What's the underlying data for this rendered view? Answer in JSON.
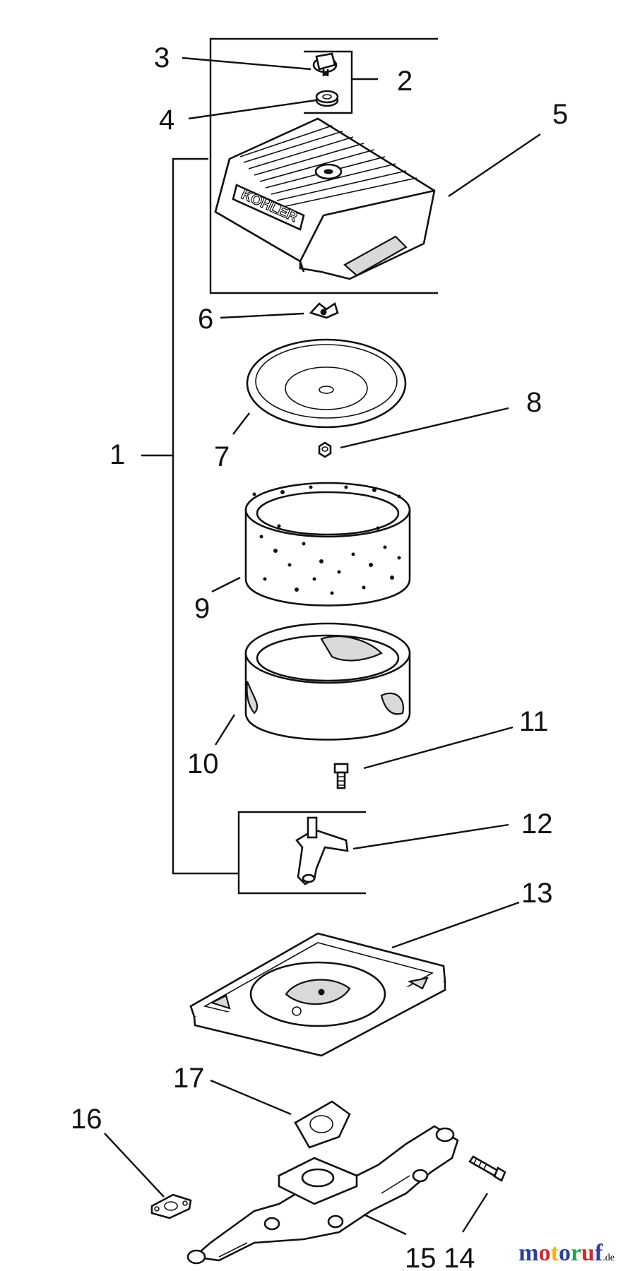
{
  "callouts": {
    "c1": "1",
    "c2": "2",
    "c3": "3",
    "c4": "4",
    "c5": "5",
    "c6": "6",
    "c7": "7",
    "c8": "8",
    "c9": "9",
    "c10": "10",
    "c11": "11",
    "c12": "12",
    "c13": "13",
    "c14": "14",
    "c15": "15",
    "c16": "16",
    "c17": "17"
  },
  "cover_brand": "KOHLER",
  "watermark": {
    "name": "motoruf",
    "suffix": ".de",
    "colors": [
      "#2b3f9c",
      "#d9262b",
      "#f0b21a",
      "#2b3f9c",
      "#2aa149",
      "#d9262b",
      "#2b3f9c"
    ]
  }
}
